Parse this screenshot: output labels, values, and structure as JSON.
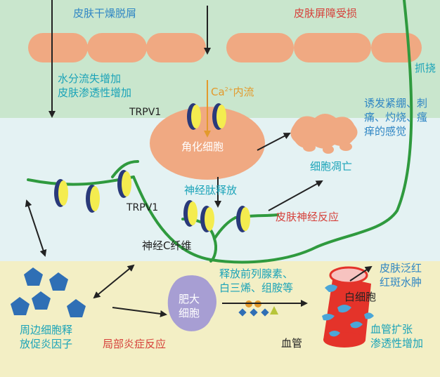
{
  "layers": {
    "top_color": "#c9e6cd",
    "middle_color": "#e4f2f3",
    "bottom_color": "#f3efc5"
  },
  "labels": {
    "skin_dryness": "皮肤干燥脱屑",
    "barrier_damage": "皮肤屏障受损",
    "scratch": "抓挠",
    "water_loss_1": "水分流失增加",
    "water_loss_2": "皮肤渗透性增加",
    "ca_prefix": "Ca",
    "ca_sup": "2+",
    "ca_suffix": "内流",
    "trpv1_top": "TRPV1",
    "keratinocyte": "角化细胞",
    "sensation_1": "诱发紧绷、刺",
    "sensation_2": "痛、灼烧、瘙",
    "sensation_3": "痒的感觉",
    "apoptosis": "细胞凋亡",
    "neuropeptide": "神经肽释放",
    "trpv1_bottom": "TRPV1",
    "skin_nerve_reaction": "皮肤神经反应",
    "c_fiber": "神经C纤维",
    "release_1": "释放前列腺素、",
    "release_2": "白三烯、组胺等",
    "mast_cell_1": "肥大",
    "mast_cell_2": "细胞",
    "leukocyte": "白细胞",
    "flushing_1": "皮肤泛红",
    "flushing_2": "红斑水肿",
    "surrounding_1": "周边细胞释",
    "surrounding_2": "放促炎因子",
    "local_inflammation": "局部炎症反应",
    "blood_vessel": "血管",
    "vasodilation_1": "血管扩张",
    "vasodilation_2": "渗透性增加"
  }
}
